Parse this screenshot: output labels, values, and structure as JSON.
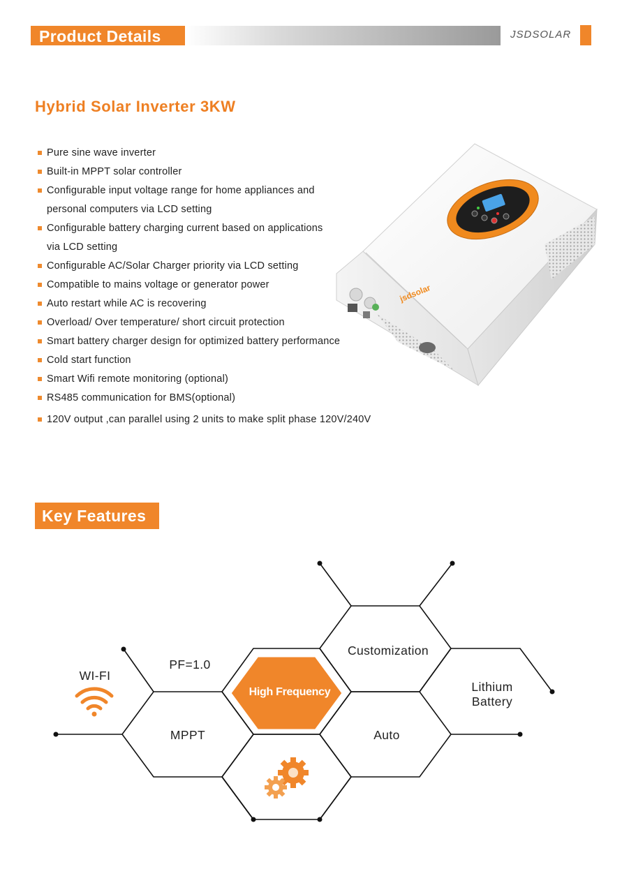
{
  "header": {
    "title": "Product Details",
    "brand": "JSDSOLAR"
  },
  "product": {
    "title": "Hybrid Solar Inverter 3KW",
    "features": [
      [
        "Pure sine wave inverter"
      ],
      [
        "Built-in MPPT solar controller"
      ],
      [
        "Configurable input voltage range for home appliances and",
        "personal computers via LCD setting"
      ],
      [
        "Configurable battery charging current based on applications",
        "via LCD setting"
      ],
      [
        "Configurable AC/Solar Charger priority via LCD setting"
      ],
      [
        "Compatible to mains voltage or generator power"
      ],
      [
        "Auto restart while AC is recovering"
      ],
      [
        "Overload/ Over temperature/ short circuit protection"
      ],
      [
        "Smart battery charger design for optimized battery performance"
      ],
      [
        "Cold start function"
      ],
      [
        "Smart Wifi remote monitoring  (optional)"
      ],
      [
        "RS485 communication for BMS(optional)"
      ],
      [
        "120V output ,can parallel using 2 units to make split phase 120V/240V"
      ]
    ],
    "logo_text": "jsdsolar"
  },
  "key_features": {
    "title": "Key Features",
    "wifi": "WI-FI",
    "pf": "PF=1.0",
    "mppt": "MPPT",
    "high_frequency": "High Frequency",
    "customization": "Customization",
    "lithium_line1": "Lithium",
    "lithium_line2": "Battery",
    "auto": "Auto"
  },
  "colors": {
    "accent": "#f0862a",
    "text": "#222222",
    "line": "#111111"
  }
}
